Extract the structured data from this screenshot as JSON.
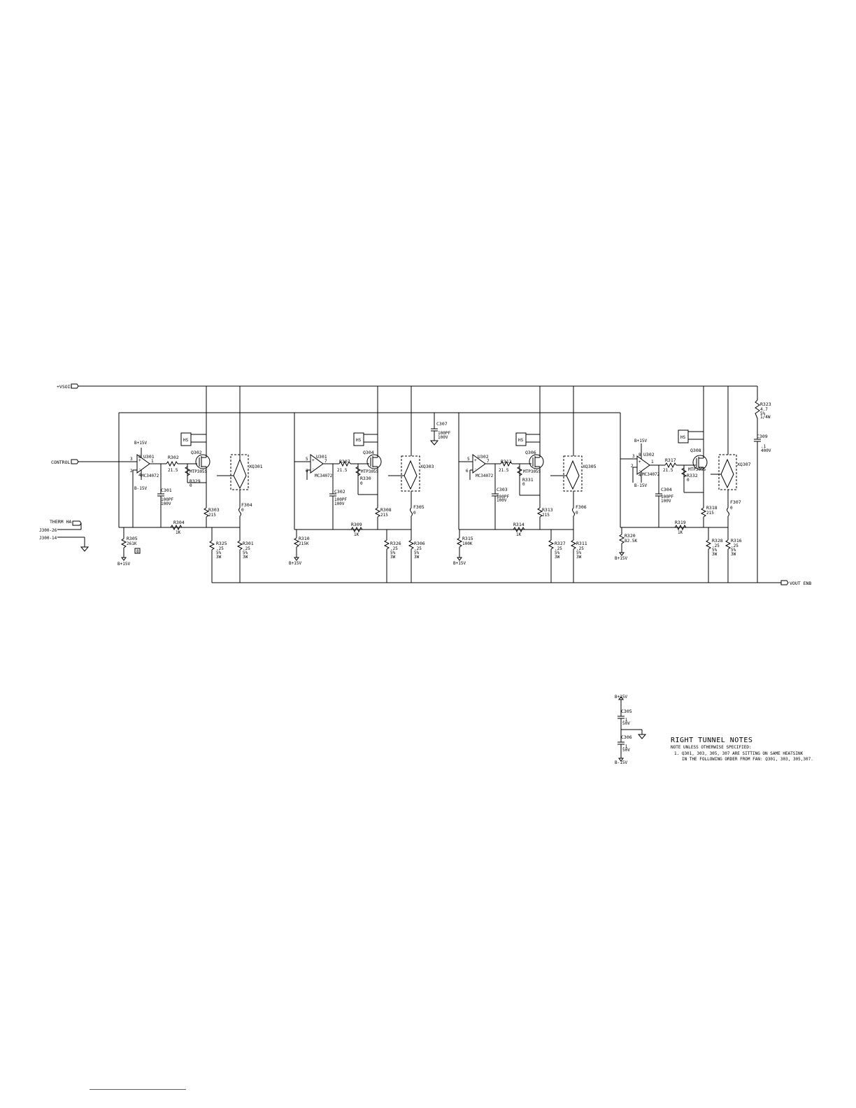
{
  "nets": {
    "vsoil": "+VSOIL",
    "control": "CONTROL",
    "therm": "THERM HA",
    "j1": "J300-26",
    "j2": "J300-14",
    "vout": "VOUT ENB"
  },
  "cells": [
    {
      "u": "U301",
      "u_pin_in": "3",
      "u_pin_fb": "2",
      "u_pin_out": "1",
      "u_pin_v1": "8",
      "u_pin_v2": "4",
      "u_part": "MC34072",
      "vp": "B+15V",
      "vn": "B-15V",
      "r_gate": "R302",
      "r_gate_v": "21.5",
      "q": "Q302",
      "q_part": "MTP3055",
      "r_gs": "R329",
      "r_gs_v": "0",
      "c": "C301",
      "c_v1": "100PF",
      "c_v2": "100V",
      "r_src": "R303",
      "r_src_v": "215",
      "r_fb": "R304",
      "r_fb_v": "1K",
      "r_bias": "R305",
      "r_bias_v": "261K",
      "bias_v": "B+15V",
      "bias_flag": "8",
      "r_a": "R325",
      "r_a_v1": ".25",
      "r_a_v2": "5%",
      "r_a_v3": "3W",
      "r_b": "R301",
      "r_b_v1": ".25",
      "r_b_v2": "5%",
      "r_b_v3": "3W",
      "f": "F304",
      "f_v": "0",
      "xq": "XQ301"
    },
    {
      "u": "U301",
      "u_pin_in": "5",
      "u_pin_fb": "6",
      "u_pin_out": "7",
      "u_pin_v1": "",
      "u_pin_v2": "",
      "u_part": "MC34072",
      "vp": "",
      "vn": "",
      "r_gate": "R307",
      "r_gate_v": "21.5",
      "q": "Q304",
      "q_part": "MTP3055",
      "r_gs": "R330",
      "r_gs_v": "0",
      "c": "C302",
      "c_v1": "100PF",
      "c_v2": "100V",
      "r_src": "R308",
      "r_src_v": "215",
      "r_fb": "R309",
      "r_fb_v": "1K",
      "r_bias": "R310",
      "r_bias_v": "215K",
      "bias_v": "B+15V",
      "bias_flag": "",
      "r_a": "R326",
      "r_a_v1": ".25",
      "r_a_v2": "5%",
      "r_a_v3": "3W",
      "r_b": "R306",
      "r_b_v1": ".25",
      "r_b_v2": "5%",
      "r_b_v3": "3W",
      "f": "F305",
      "f_v": "0",
      "xq": "XQ303"
    },
    {
      "u": "U302",
      "u_pin_in": "5",
      "u_pin_fb": "6",
      "u_pin_out": "7",
      "u_pin_v1": "",
      "u_pin_v2": "",
      "u_part": "MC34072",
      "vp": "",
      "vn": "",
      "r_gate": "R312",
      "r_gate_v": "21.5",
      "q": "Q306",
      "q_part": "MTP3055",
      "r_gs": "R331",
      "r_gs_v": "0",
      "c": "C303",
      "c_v1": "100PF",
      "c_v2": "100V",
      "r_src": "R313",
      "r_src_v": "215",
      "r_fb": "R314",
      "r_fb_v": "1K",
      "r_bias": "R315",
      "r_bias_v": "100K",
      "bias_v": "B+15V",
      "bias_flag": "",
      "r_a": "R327",
      "r_a_v1": ".25",
      "r_a_v2": "5%",
      "r_a_v3": "3W",
      "r_b": "R311",
      "r_b_v1": ".25",
      "r_b_v2": "5%",
      "r_b_v3": "3W",
      "f": "F306",
      "f_v": "0",
      "xq": "XQ305"
    },
    {
      "u": "U302",
      "u_pin_in": "3",
      "u_pin_fb": "2",
      "u_pin_out": "1",
      "u_pin_v1": "8",
      "u_pin_v2": "4",
      "u_part": "MC34072",
      "vp": "B+15V",
      "vn": "B-15V",
      "r_gate": "R317",
      "r_gate_v": "21.5",
      "q": "Q308",
      "q_part": "MTP3055",
      "r_gs": "R332",
      "r_gs_v": "0",
      "c": "C304",
      "c_v1": "100PF",
      "c_v2": "100V",
      "r_src": "R318",
      "r_src_v": "215",
      "r_fb": "R319",
      "r_fb_v": "1K",
      "r_bias": "R320",
      "r_bias_v": "82.5K",
      "bias_v": "B+15V",
      "bias_flag": "",
      "r_a": "R328",
      "r_a_v1": ".25",
      "r_a_v2": "5%",
      "r_a_v3": "3W",
      "r_b": "R316",
      "r_b_v1": ".25",
      "r_b_v2": "5%",
      "r_b_v3": "3W",
      "f": "F307",
      "f_v": "0",
      "xq": "XQ307"
    }
  ],
  "hs_label": "HS",
  "c307": {
    "ref": "C307",
    "v1": "100PF",
    "v2": "100V"
  },
  "r323": {
    "ref": "R323",
    "v1": "4.7",
    "v2": "5%",
    "v3": "1/4W"
  },
  "c309": {
    "ref": "C309",
    "v1": ".1",
    "v2": "400V"
  },
  "decoupling": {
    "top": "B+15V",
    "c1": "C305",
    "c1_v1": ".1",
    "c1_v2": "50V",
    "c2": "C306",
    "c2_v1": ".1",
    "c2_v2": "50V",
    "bottom": "B-15V"
  },
  "notes": {
    "title": "RIGHT TUNNEL NOTES",
    "subtitle": "NOTE UNLESS OTHERWISE SPECIFIED:",
    "line1": "1. Q301, 303, 305, 307 ARE SITTING ON SAME HEATSINK",
    "line2": "IN THE FOLLOWING ORDER FROM FAN: Q301, 303, 305,307."
  }
}
